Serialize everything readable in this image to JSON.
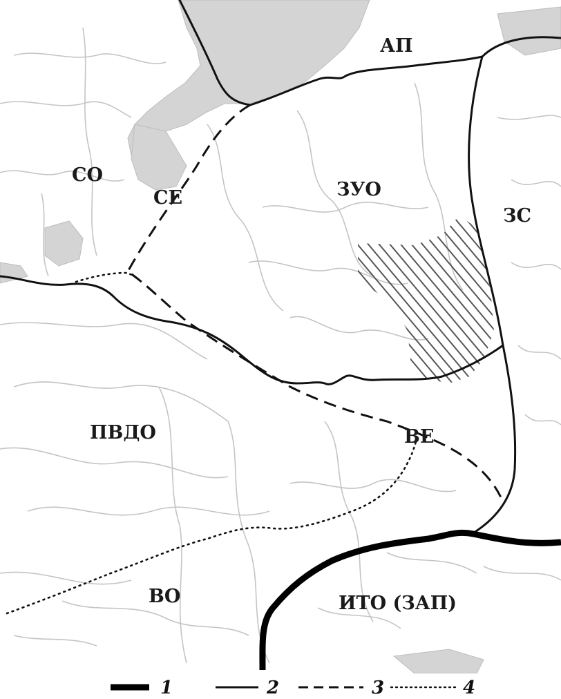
{
  "map": {
    "regions": [
      {
        "id": "ap",
        "label": "АП"
      },
      {
        "id": "so",
        "label": "СО"
      },
      {
        "id": "se",
        "label": "СЕ"
      },
      {
        "id": "zuo",
        "label": "ЗУО"
      },
      {
        "id": "zs",
        "label": "ЗС"
      },
      {
        "id": "pvdo",
        "label": "ПВДО"
      },
      {
        "id": "ve",
        "label": "ВЕ"
      },
      {
        "id": "vo",
        "label": "ВО"
      },
      {
        "id": "ito",
        "label": "ИТО (ЗАП)"
      }
    ],
    "legend": [
      {
        "key": "1",
        "style": "thick-solid"
      },
      {
        "key": "2",
        "style": "solid"
      },
      {
        "key": "3",
        "style": "dashed"
      },
      {
        "key": "4",
        "style": "dotted"
      }
    ],
    "colors": {
      "sea": "#d4d4d4",
      "boundary": "#111111",
      "base_lines": "#c4c4c4",
      "hatch": "#555555"
    }
  }
}
